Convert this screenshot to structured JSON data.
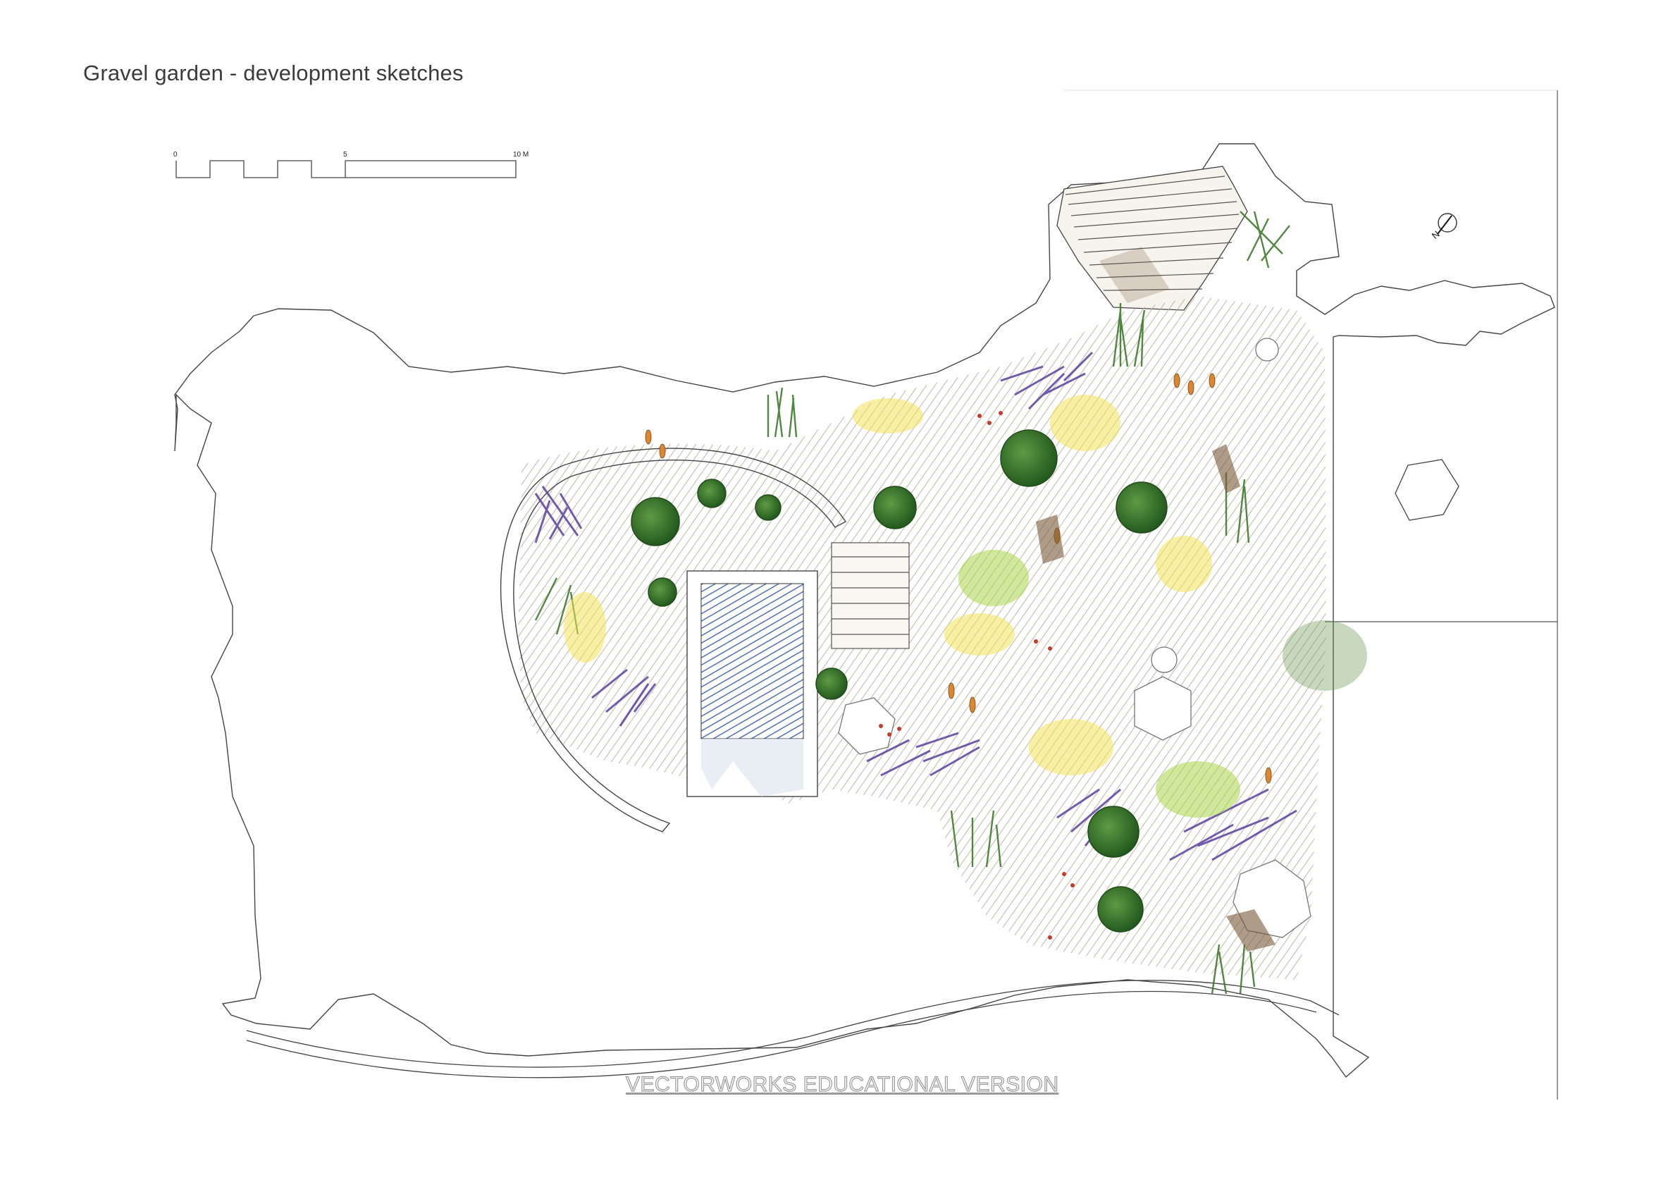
{
  "title": "Gravel garden - development sketches",
  "watermark": "VECTORWORKS EDUCATIONAL VERSION",
  "scale_bar": {
    "labels": [
      "0",
      "5",
      "10 M"
    ]
  },
  "north_arrow": {
    "label": "N"
  },
  "colors": {
    "outline": "#4a4a4a",
    "gravel": "#c8bfae",
    "grass_green": "#3f7a2e",
    "shrub_dark": "#2f6b2a",
    "lavender": "#5b3fa0",
    "yellow": "#f1e25a",
    "orange": "#e0862a",
    "brown": "#7b5a3a",
    "water_blue": "#2c4f9e",
    "lime": "#a9d64a"
  }
}
